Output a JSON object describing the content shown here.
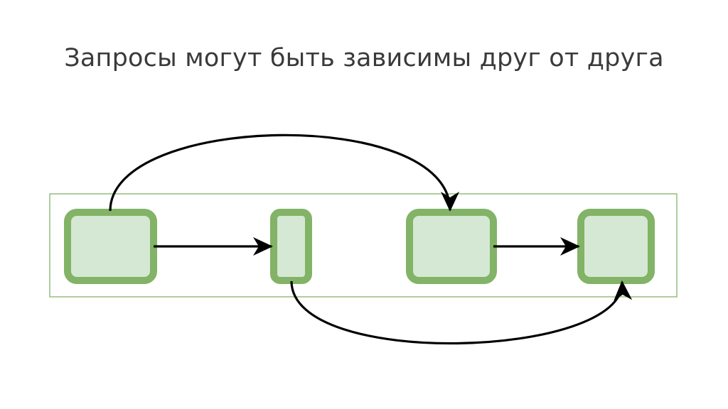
{
  "slide": {
    "title": "Запросы могут быть зависимы друг от друга"
  },
  "diagram": {
    "colors": {
      "container_stroke": "#82b366",
      "node_fill": "#d5e8d4",
      "node_stroke": "#82b366",
      "edge": "#000000"
    },
    "nodes": [
      "request-1",
      "request-2",
      "request-3",
      "request-4"
    ],
    "edges": [
      {
        "from": "request-1",
        "to": "request-2"
      },
      {
        "from": "request-1",
        "to": "request-3"
      },
      {
        "from": "request-3",
        "to": "request-4"
      },
      {
        "from": "request-2",
        "to": "request-4"
      }
    ]
  }
}
